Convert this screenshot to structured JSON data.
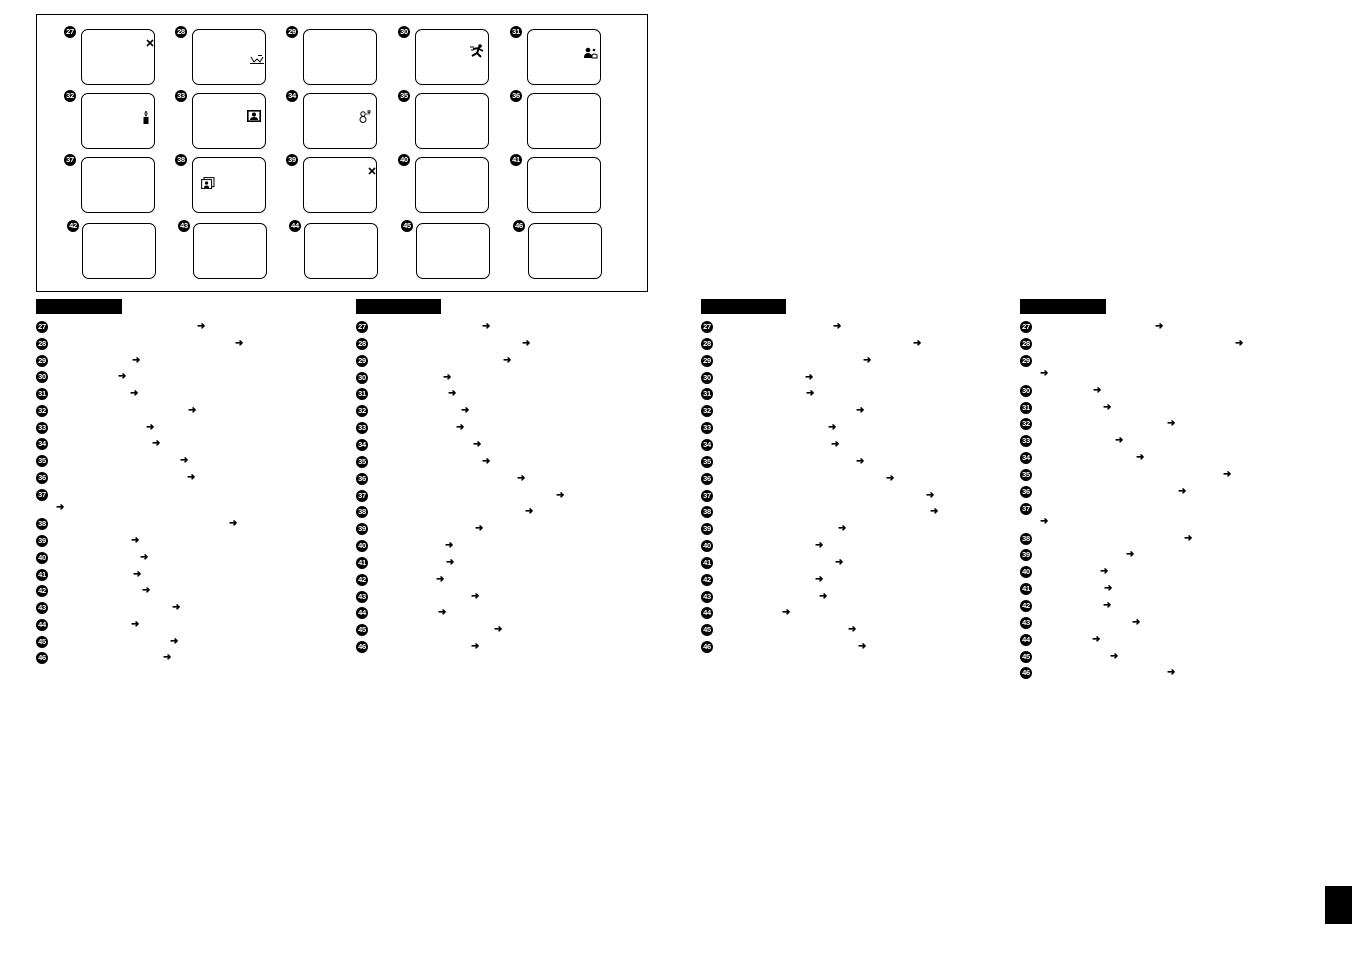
{
  "screens": [
    {
      "num": "27",
      "icon": "cross-icon"
    },
    {
      "num": "28",
      "icon": "sunset-icon"
    },
    {
      "num": "29",
      "icon": ""
    },
    {
      "num": "30",
      "icon": "running-figure-icon"
    },
    {
      "num": "31",
      "icon": "portrait-icon"
    },
    {
      "num": "32",
      "icon": "candle-icon"
    },
    {
      "num": "33",
      "icon": "framed-portrait-icon"
    },
    {
      "num": "34",
      "icon": "snowman-icon"
    },
    {
      "num": "35",
      "icon": ""
    },
    {
      "num": "36",
      "icon": ""
    },
    {
      "num": "37",
      "icon": ""
    },
    {
      "num": "38",
      "icon": "document-portrait-icon"
    },
    {
      "num": "39",
      "icon": "cross-icon"
    },
    {
      "num": "40",
      "icon": ""
    },
    {
      "num": "41",
      "icon": ""
    },
    {
      "num": "42",
      "icon": ""
    },
    {
      "num": "43",
      "icon": ""
    },
    {
      "num": "44",
      "icon": ""
    },
    {
      "num": "45",
      "icon": ""
    },
    {
      "num": "46",
      "icon": ""
    }
  ],
  "columns": [
    {
      "items": [
        {
          "num": "27",
          "arrow": "➜"
        },
        {
          "num": "28",
          "arrow": "➜"
        },
        {
          "num": "29",
          "arrow": "➜"
        },
        {
          "num": "30",
          "arrow": "➜"
        },
        {
          "num": "31",
          "arrow": "➜"
        },
        {
          "num": "32",
          "arrow": "➜"
        },
        {
          "num": "33",
          "arrow": "➜"
        },
        {
          "num": "34",
          "arrow": "➜"
        },
        {
          "num": "35",
          "arrow": "➜"
        },
        {
          "num": "36",
          "arrow": "➜"
        },
        {
          "num": "37",
          "arrow": "➜"
        },
        {
          "num": "38",
          "arrow": "➜"
        },
        {
          "num": "39",
          "arrow": "➜"
        },
        {
          "num": "40",
          "arrow": "➜"
        },
        {
          "num": "41",
          "arrow": "➜"
        },
        {
          "num": "42",
          "arrow": "➜"
        },
        {
          "num": "43",
          "arrow": "➜"
        },
        {
          "num": "44",
          "arrow": "➜"
        },
        {
          "num": "45",
          "arrow": "➜"
        },
        {
          "num": "46",
          "arrow": "➜"
        }
      ]
    },
    {
      "items": [
        {
          "num": "27",
          "arrow": "➜"
        },
        {
          "num": "28",
          "arrow": "➜"
        },
        {
          "num": "29",
          "arrow": "➜"
        },
        {
          "num": "30",
          "arrow": "➜"
        },
        {
          "num": "31",
          "arrow": "➜"
        },
        {
          "num": "32",
          "arrow": "➜"
        },
        {
          "num": "33",
          "arrow": "➜"
        },
        {
          "num": "34",
          "arrow": "➜"
        },
        {
          "num": "35",
          "arrow": "➜"
        },
        {
          "num": "36",
          "arrow": "➜"
        },
        {
          "num": "37",
          "arrow": "➜"
        },
        {
          "num": "38",
          "arrow": "➜"
        },
        {
          "num": "39",
          "arrow": "➜"
        },
        {
          "num": "40",
          "arrow": "➜"
        },
        {
          "num": "41",
          "arrow": "➜"
        },
        {
          "num": "42",
          "arrow": "➜"
        },
        {
          "num": "43",
          "arrow": "➜"
        },
        {
          "num": "44",
          "arrow": "➜"
        },
        {
          "num": "45",
          "arrow": "➜"
        },
        {
          "num": "46",
          "arrow": "➜"
        }
      ]
    },
    {
      "items": [
        {
          "num": "27",
          "arrow": "➜"
        },
        {
          "num": "28",
          "arrow": "➜"
        },
        {
          "num": "29",
          "arrow": "➜"
        },
        {
          "num": "30",
          "arrow": "➜"
        },
        {
          "num": "31",
          "arrow": "➜"
        },
        {
          "num": "32",
          "arrow": "➜"
        },
        {
          "num": "33",
          "arrow": "➜"
        },
        {
          "num": "34",
          "arrow": "➜"
        },
        {
          "num": "35",
          "arrow": "➜"
        },
        {
          "num": "36",
          "arrow": "➜"
        },
        {
          "num": "37",
          "arrow": "➜"
        },
        {
          "num": "38",
          "arrow": "➜"
        },
        {
          "num": "39",
          "arrow": "➜"
        },
        {
          "num": "40",
          "arrow": "➜"
        },
        {
          "num": "41",
          "arrow": "➜"
        },
        {
          "num": "42",
          "arrow": "➜"
        },
        {
          "num": "43",
          "arrow": "➜"
        },
        {
          "num": "44",
          "arrow": "➜"
        },
        {
          "num": "45",
          "arrow": "➜"
        },
        {
          "num": "46",
          "arrow": "➜"
        }
      ]
    },
    {
      "items": [
        {
          "num": "27",
          "arrow": "➜"
        },
        {
          "num": "28",
          "arrow": "➜"
        },
        {
          "num": "29",
          "arrow": "➜"
        },
        {
          "num": "30",
          "arrow": "➜"
        },
        {
          "num": "31",
          "arrow": "➜"
        },
        {
          "num": "32",
          "arrow": "➜"
        },
        {
          "num": "33",
          "arrow": "➜"
        },
        {
          "num": "34",
          "arrow": "➜"
        },
        {
          "num": "35",
          "arrow": "➜"
        },
        {
          "num": "36",
          "arrow": "➜"
        },
        {
          "num": "37",
          "arrow": "➜"
        },
        {
          "num": "38",
          "arrow": "➜"
        },
        {
          "num": "39",
          "arrow": "➜"
        },
        {
          "num": "40",
          "arrow": "➜"
        },
        {
          "num": "41",
          "arrow": "➜"
        },
        {
          "num": "42",
          "arrow": "➜"
        },
        {
          "num": "43",
          "arrow": "➜"
        },
        {
          "num": "44",
          "arrow": "➜"
        },
        {
          "num": "45",
          "arrow": "➜"
        },
        {
          "num": "46",
          "arrow": "➜"
        }
      ]
    }
  ]
}
